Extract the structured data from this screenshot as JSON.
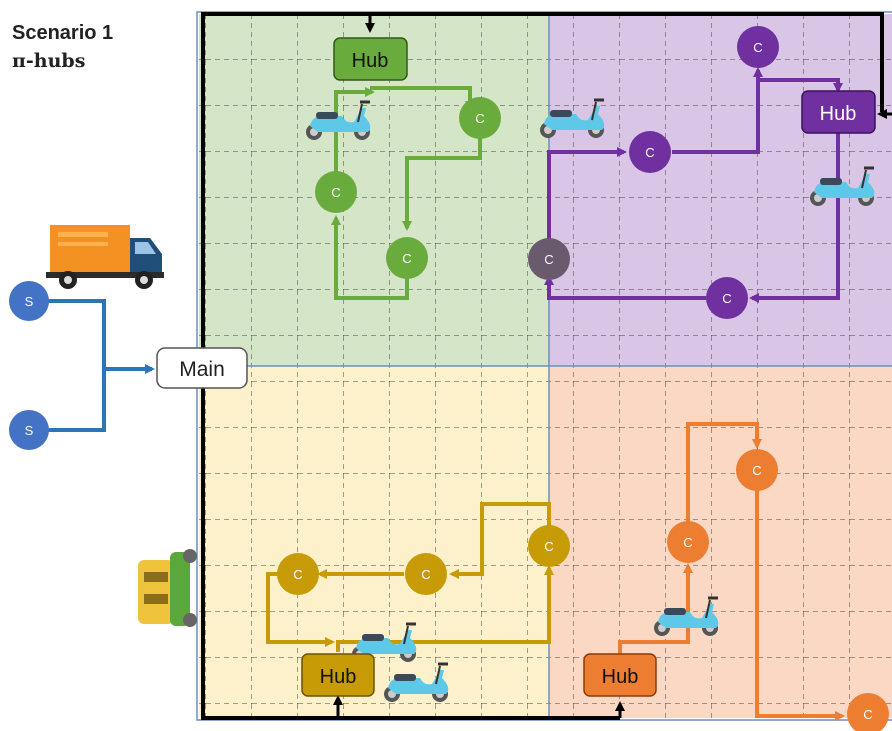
{
  "header": {
    "title": "Scenario 1",
    "subtitle": "π-hubs"
  },
  "labels": {
    "main": "Main",
    "hub": "Hub",
    "customer": "C",
    "supplier": "S"
  },
  "colors": {
    "green_zone": "#d5e5c8",
    "purple_zone": "#d9c6e6",
    "yellow_zone": "#fdf1cc",
    "orange_zone": "#fbd8c3",
    "green": "#6aab3d",
    "purple": "#7030a0",
    "gold": "#c69b05",
    "orange": "#ed7d31",
    "blue": "#4472c4"
  },
  "icons": [
    "truck-icon",
    "scooter-icon",
    "cargo-bike-icon"
  ]
}
